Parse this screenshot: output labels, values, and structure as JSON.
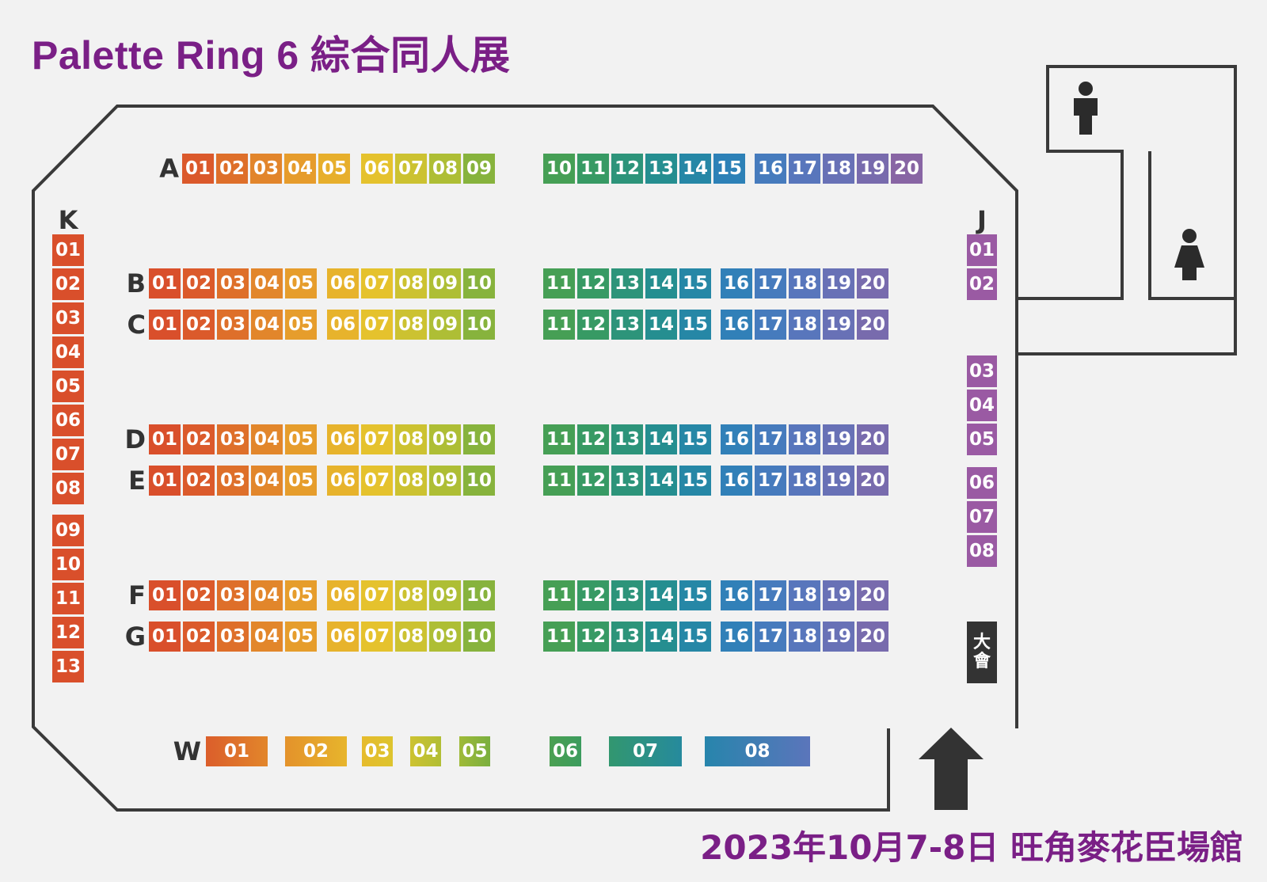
{
  "header": {
    "title": "Palette Ring 6 綜合同人展"
  },
  "footer": {
    "date_venue": "2023年10月7-8日 旺角麥花臣場館"
  },
  "sign": {
    "line1": "大",
    "line2": "會"
  },
  "colors": {
    "wall": "#3a3a3a",
    "title": "#7a1f86",
    "gradient": [
      "#d94f2b",
      "#e07a2a",
      "#e8a72c",
      "#e5c52d",
      "#a9bd36",
      "#5aa546",
      "#3a9b5f",
      "#25908a",
      "#2782b5",
      "#4f79bf",
      "#6f6fb3",
      "#8e63a0"
    ]
  },
  "icons": {
    "restroom_male": "man-icon",
    "restroom_female": "woman-icon",
    "entrance": "entrance-arrow-icon"
  },
  "row_labels": [
    "A",
    "B",
    "C",
    "D",
    "E",
    "F",
    "G",
    "K",
    "J",
    "W"
  ],
  "rows": {
    "A": [
      "01",
      "02",
      "03",
      "04",
      "05",
      "06",
      "07",
      "08",
      "09",
      "10",
      "11",
      "12",
      "13",
      "14",
      "15",
      "16",
      "17",
      "18",
      "19",
      "20"
    ],
    "B": [
      "01",
      "02",
      "03",
      "04",
      "05",
      "06",
      "07",
      "08",
      "09",
      "10",
      "11",
      "12",
      "13",
      "14",
      "15",
      "16",
      "17",
      "18",
      "19",
      "20"
    ],
    "C": [
      "01",
      "02",
      "03",
      "04",
      "05",
      "06",
      "07",
      "08",
      "09",
      "10",
      "11",
      "12",
      "13",
      "14",
      "15",
      "16",
      "17",
      "18",
      "19",
      "20"
    ],
    "D": [
      "01",
      "02",
      "03",
      "04",
      "05",
      "06",
      "07",
      "08",
      "09",
      "10",
      "11",
      "12",
      "13",
      "14",
      "15",
      "16",
      "17",
      "18",
      "19",
      "20"
    ],
    "E": [
      "01",
      "02",
      "03",
      "04",
      "05",
      "06",
      "07",
      "08",
      "09",
      "10",
      "11",
      "12",
      "13",
      "14",
      "15",
      "16",
      "17",
      "18",
      "19",
      "20"
    ],
    "F": [
      "01",
      "02",
      "03",
      "04",
      "05",
      "06",
      "07",
      "08",
      "09",
      "10",
      "11",
      "12",
      "13",
      "14",
      "15",
      "16",
      "17",
      "18",
      "19",
      "20"
    ],
    "G": [
      "01",
      "02",
      "03",
      "04",
      "05",
      "06",
      "07",
      "08",
      "09",
      "10",
      "11",
      "12",
      "13",
      "14",
      "15",
      "16",
      "17",
      "18",
      "19",
      "20"
    ],
    "K": [
      "01",
      "02",
      "03",
      "04",
      "05",
      "06",
      "07",
      "08",
      "09",
      "10",
      "11",
      "12",
      "13"
    ],
    "J": [
      "01",
      "02",
      "03",
      "04",
      "05",
      "06",
      "07",
      "08"
    ],
    "W": [
      "01",
      "02",
      "03",
      "04",
      "05",
      "06",
      "07",
      "08"
    ]
  }
}
